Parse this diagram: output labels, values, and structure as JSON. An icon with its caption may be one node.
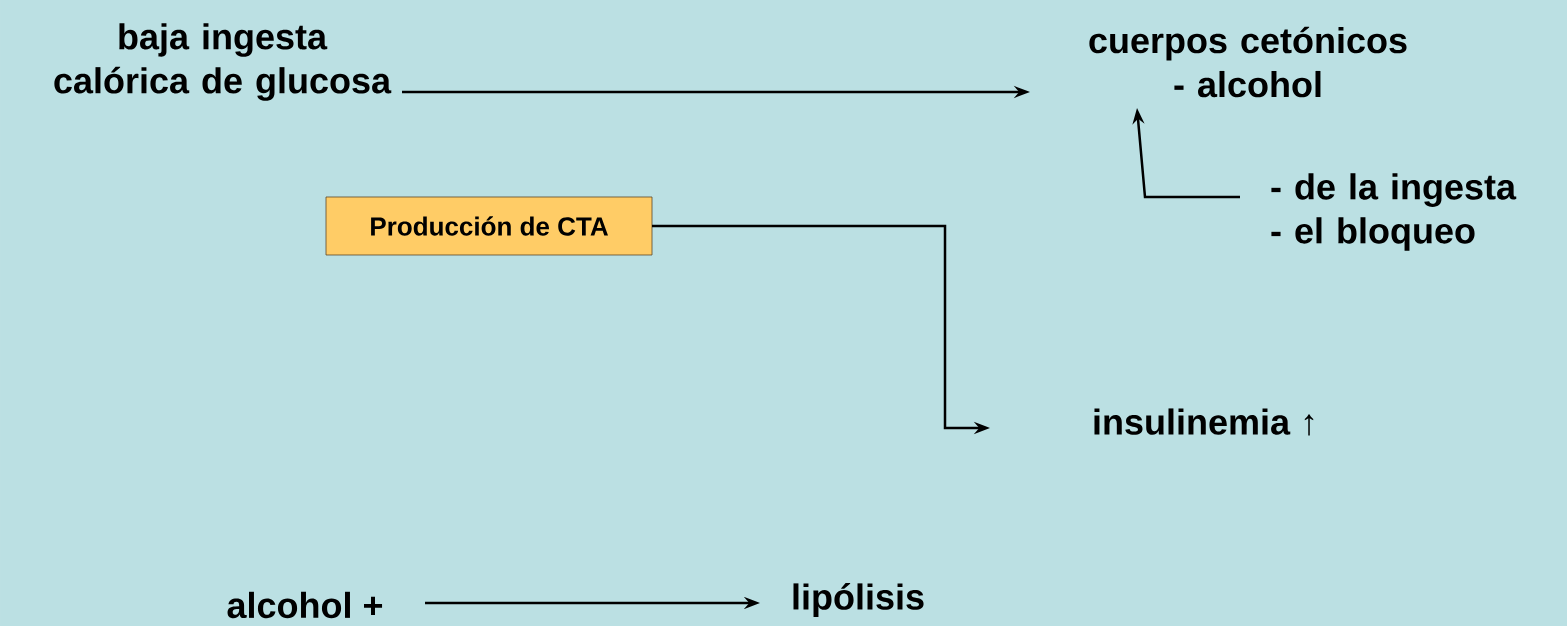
{
  "diagram": {
    "nodes": [
      {
        "text": [
          "baja ingesta calórica de glucosa"
        ]
      },
      {
        "text": [
          "cuerpos cetónicos - alcohol"
        ]
      },
      {
        "text": [
          "- de la ingesta - el bloqueo"
        ]
      },
      {
        "text": [
          "Producción de CTA"
        ]
      },
      {
        "text": [
          "insulinemia ↑"
        ]
      },
      {
        "text": [
          "alcohol +"
        ]
      },
      {
        "text": [
          "lipólisis"
        ]
      }
    ],
    "edges": [
      {
        "from": 0,
        "to": 1,
        "arrow": "to"
      },
      {
        "from": 2,
        "to": 1,
        "arrow": "to"
      },
      {
        "from": 3,
        "to": 4,
        "arrow": "to"
      },
      {
        "from": 5,
        "to": 6,
        "arrow": "to"
      }
    ]
  }
}
